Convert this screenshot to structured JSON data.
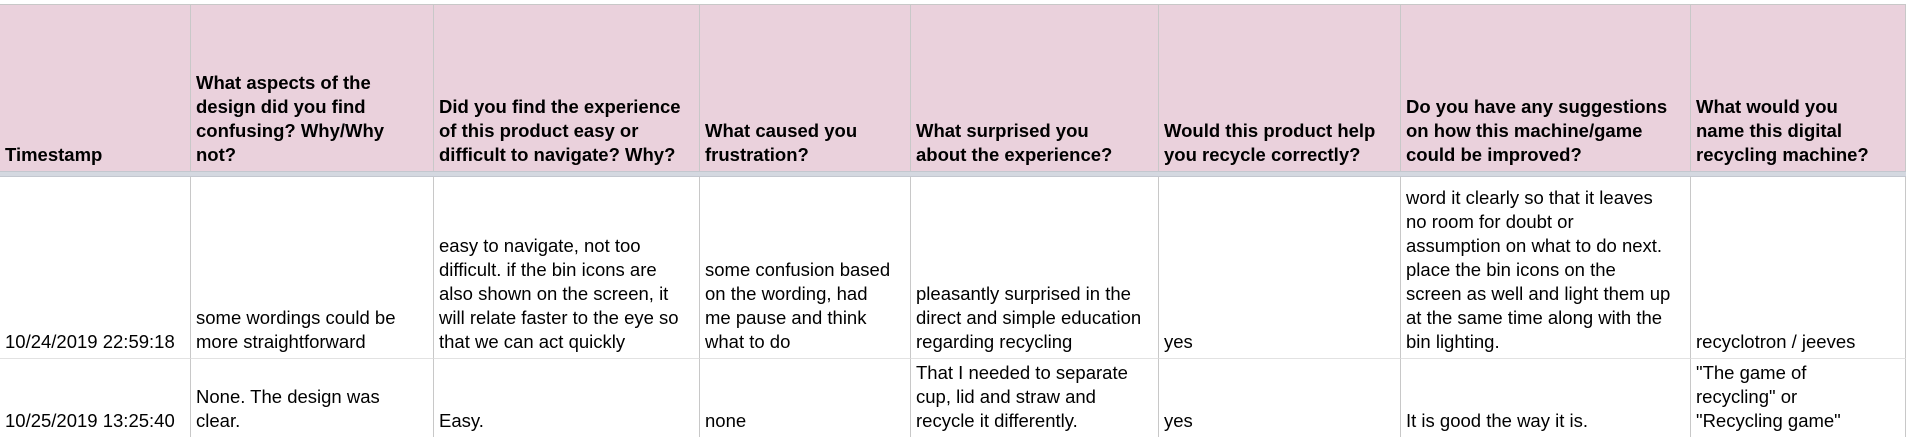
{
  "headers": [
    "Timestamp",
    "What aspects of the\ndesign did you find\nconfusing? Why/Why\nnot?",
    "Did you find the experience\nof this product easy or\ndifficult to navigate? Why?",
    "What caused you\nfrustration?",
    "What surprised you\nabout the experience?",
    "Would this product help\nyou recycle correctly?",
    "Do you have any suggestions\non how this machine/game\ncould be improved?",
    "What would you\nname this digital\nrecycling machine?"
  ],
  "rows": [
    [
      "10/24/2019 22:59:18",
      "some wordings could be\nmore straightforward",
      "easy to navigate, not too\ndifficult. if the bin icons are\nalso shown on the screen, it\nwill relate faster to the eye so\nthat we can act quickly",
      "some confusion based\non the wording, had\nme pause and think\nwhat to do",
      "pleasantly surprised in the\ndirect and simple education\nregarding recycling",
      "yes",
      "word it clearly so that it leaves\nno room for doubt or\nassumption on what to do next.\nplace the bin icons on the\nscreen as well and light them up\nat the same time along with the\nbin lighting.",
      "recyclotron / jeeves"
    ],
    [
      "10/25/2019 13:25:40",
      "None. The design was\nclear.",
      "Easy.",
      "none",
      "That I needed to separate\ncup, lid and straw and\nrecycle it differently.",
      "yes",
      "It is good the way it is.",
      "\"The game of\nrecycling\" or\n\"Recycling game\""
    ]
  ]
}
